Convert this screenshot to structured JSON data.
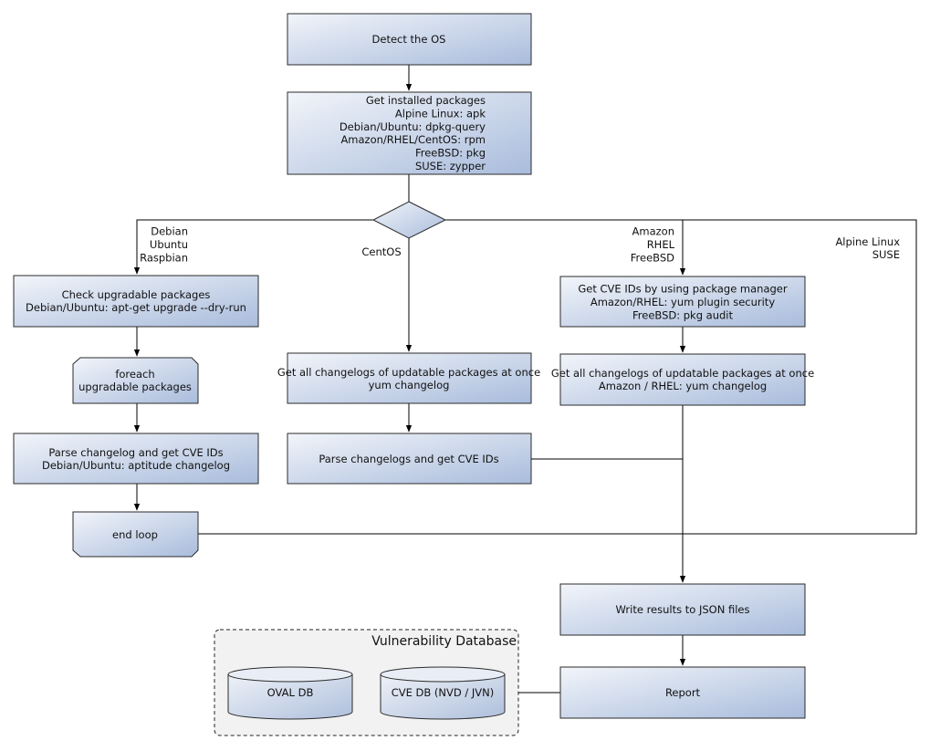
{
  "nodes": {
    "detect_os": [
      "Detect the OS"
    ],
    "get_installed": [
      "Get installed packages",
      "Alpine Linux: apk",
      "Debian/Ubuntu: dpkg-query",
      "Amazon/RHEL/CentOS: rpm",
      "FreeBSD: pkg",
      "SUSE: zypper"
    ],
    "check_upgradable": [
      "Check upgradable packages",
      "Debian/Ubuntu: apt-get upgrade --dry-run"
    ],
    "foreach": [
      "foreach",
      "upgradable  packages"
    ],
    "parse_debian": [
      "Parse changelog and get  CVE IDs",
      "Debian/Ubuntu: aptitude changelog"
    ],
    "end_loop": [
      "end loop"
    ],
    "centos_changelogs": [
      "Get all changelogs of updatable packages at once",
      "yum changelog"
    ],
    "centos_parse": [
      "Parse changelogs and get CVE IDs"
    ],
    "get_cve_pm": [
      "Get CVE IDs by using package manager",
      "Amazon/RHEL: yum plugin security",
      "FreeBSD: pkg audit"
    ],
    "amazon_changelogs": [
      "Get all changelogs of updatable packages at once",
      "Amazon / RHEL: yum changelog"
    ],
    "write_json": [
      "Write results to JSON files"
    ],
    "report": [
      "Report"
    ]
  },
  "branches": {
    "debian": [
      "Debian",
      "Ubuntu",
      "Raspbian"
    ],
    "centos": [
      "CentOS"
    ],
    "amazon": [
      "Amazon",
      "RHEL",
      "FreeBSD"
    ],
    "alpine": [
      "Alpine Linux",
      "SUSE"
    ]
  },
  "vuln_db": {
    "title": "Vulnerability Database",
    "oval": "OVAL DB",
    "cve": "CVE DB (NVD / JVN)"
  }
}
